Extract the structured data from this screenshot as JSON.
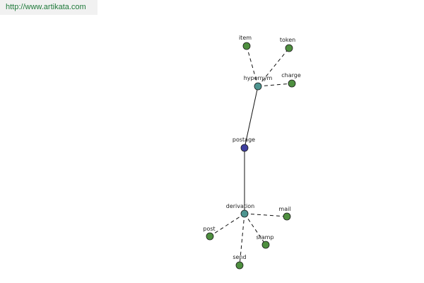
{
  "banner": {
    "url": "http://www.artikata.com"
  },
  "colors": {
    "leaf_node": "#4e8f3f",
    "relation_node": "#4e9590",
    "center_node": "#3f3f9f",
    "edge": "#111111"
  },
  "nodes": [
    {
      "id": "postage",
      "label": "postage",
      "kind": "center"
    },
    {
      "id": "hypernym",
      "label": "hypernym",
      "kind": "relation"
    },
    {
      "id": "derivation",
      "label": "derivation",
      "kind": "relation"
    },
    {
      "id": "item",
      "label": "item",
      "kind": "leaf"
    },
    {
      "id": "token",
      "label": "token",
      "kind": "leaf"
    },
    {
      "id": "charge",
      "label": "charge",
      "kind": "leaf"
    },
    {
      "id": "mail",
      "label": "mail",
      "kind": "leaf"
    },
    {
      "id": "post",
      "label": "post",
      "kind": "leaf"
    },
    {
      "id": "stamp",
      "label": "stamp",
      "kind": "leaf"
    },
    {
      "id": "send",
      "label": "send",
      "kind": "leaf"
    }
  ],
  "edges": [
    {
      "from": "postage",
      "to": "hypernym",
      "style": "solid"
    },
    {
      "from": "postage",
      "to": "derivation",
      "style": "solid"
    },
    {
      "from": "hypernym",
      "to": "item",
      "style": "dashed"
    },
    {
      "from": "hypernym",
      "to": "token",
      "style": "dashed"
    },
    {
      "from": "hypernym",
      "to": "charge",
      "style": "dashed"
    },
    {
      "from": "derivation",
      "to": "mail",
      "style": "dashed"
    },
    {
      "from": "derivation",
      "to": "post",
      "style": "dashed"
    },
    {
      "from": "derivation",
      "to": "stamp",
      "style": "dashed"
    },
    {
      "from": "derivation",
      "to": "send",
      "style": "dashed"
    }
  ]
}
